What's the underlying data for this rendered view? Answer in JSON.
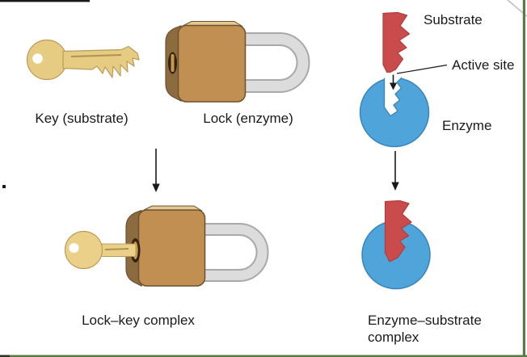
{
  "labels": {
    "key": "Key (substrate)",
    "lock": "Lock (enzyme)",
    "substrate": "Substrate",
    "active_site": "Active site",
    "enzyme": "Enzyme",
    "lock_key_complex": "Lock–key complex",
    "enzyme_substrate_complex": [
      "Enzyme–substrate",
      "complex"
    ]
  },
  "colors": {
    "key_gold": "#e6cb83",
    "key_gold_bottom": "#ead089",
    "key_outline": "#bb9b58",
    "key_incision": "#b2924f",
    "lock_front": "#c08f51",
    "lock_side": "#8c6b41",
    "lock_top": "#e3c88f",
    "lock_outline": "#6d5130",
    "keyhole_dark": "#332310",
    "keyhole_gold": "#c79b4f",
    "shackle_light": "#dcdcdc",
    "shackle_edge": "#a9a9a9",
    "enzyme_blue": "#4fa4d9",
    "enzyme_outline": "#3886bb",
    "substrate_red": "#c94b4b",
    "substrate_outline": "#b13e3e",
    "border_green": "#587c41",
    "border_black": "#1a1a1a",
    "corner_dark": "#2c3626",
    "curl_gray": "#c5c5c5",
    "arrow_black": "#1a1a1a",
    "white": "#ffffff"
  }
}
